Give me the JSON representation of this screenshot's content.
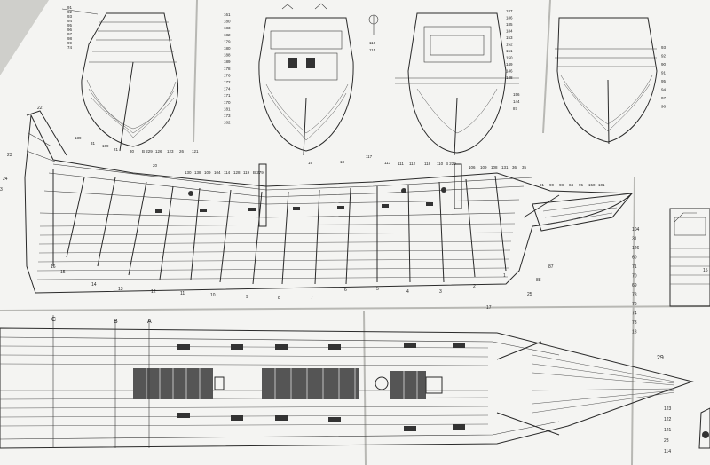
{
  "labels": {
    "stern_right": [
      "187",
      "186",
      "185",
      "184",
      "153",
      "152",
      "151",
      "150",
      "149",
      "146",
      "148"
    ],
    "stern_right_lower": [
      "156",
      "144",
      "87"
    ],
    "stern_center_top": [
      "116",
      "115"
    ],
    "stern_left": [
      "161",
      "180",
      "183",
      "182",
      "179",
      "180",
      "188",
      "189",
      "178",
      "176",
      "172",
      "174",
      "171",
      "170",
      "181",
      "173",
      "182"
    ],
    "bow_view": [
      "93",
      "92",
      "90",
      "91",
      "95",
      "94",
      "97",
      "96"
    ],
    "top_left_column": [
      "91",
      "92",
      "93",
      "94",
      "95",
      "96",
      "97",
      "98",
      "99",
      "74"
    ],
    "mast_numbers": [
      "16",
      "15",
      "14",
      "13",
      "12",
      "11",
      "10",
      "9",
      "8",
      "7",
      "6",
      "5",
      "4",
      "3",
      "2",
      "1"
    ],
    "deck_top": [
      "139",
      "31",
      "109",
      "21",
      "30",
      "B 229",
      "126",
      "123",
      "26",
      "121",
      "20"
    ],
    "deck_mid": [
      "130",
      "138",
      "109",
      "104",
      "114",
      "128",
      "119",
      "B 279"
    ],
    "deck_right": [
      "19",
      "18",
      "117",
      "113",
      "111",
      "112",
      "118",
      "110",
      "B 229",
      "106",
      "109",
      "108",
      "131",
      "36",
      "35"
    ],
    "bow_top": [
      "91",
      "90",
      "98",
      "84",
      "95",
      "150",
      "101"
    ],
    "stern_side": [
      "23",
      "24",
      "3"
    ],
    "left_top": [
      "22"
    ],
    "hull_misc": [
      "25",
      "17",
      "88",
      "87"
    ],
    "bow_side": [
      "104",
      "31",
      "126",
      "60",
      "71",
      "70",
      "69",
      "78",
      "76",
      "74",
      "73",
      "18"
    ],
    "bow_side_right": [
      "15"
    ],
    "bow_side_29": "29",
    "bottom_right": [
      "123",
      "122",
      "121",
      "28",
      "114"
    ],
    "section_letters": [
      "C",
      "B",
      "A"
    ]
  }
}
